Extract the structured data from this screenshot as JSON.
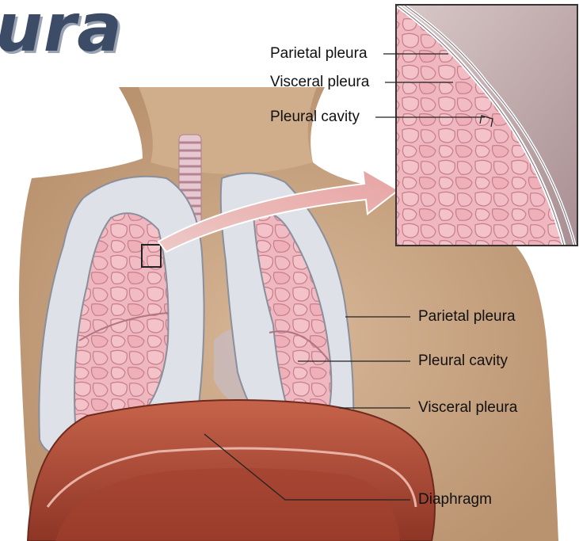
{
  "title": "ura",
  "inset_labels": {
    "parietal": "Parietal pleura",
    "visceral": "Visceral pleura",
    "cavity": "Pleural cavity"
  },
  "main_labels": {
    "parietal": "Parietal pleura",
    "cavity": "Pleural cavity",
    "visceral": "Visceral pleura",
    "diaphragm": "Diaphragm"
  },
  "colors": {
    "title": "#3c4c66",
    "skin": "#c9a785",
    "lung": "#e9a2ac",
    "pleura": "#dcdfe6",
    "diaphragm": "#b8523c"
  }
}
